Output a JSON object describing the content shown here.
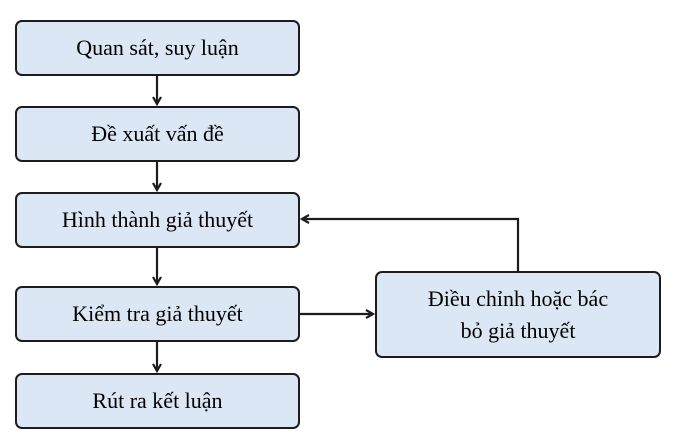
{
  "steps": [
    "Quan sát, suy luận",
    "Đề xuất vấn đề",
    "Hình thành giả thuyết",
    "Kiểm tra giả thuyết",
    "Rút ra kết luận"
  ],
  "adjust": {
    "line1": "Điều chỉnh hoặc bác",
    "line2": "bỏ giả thuyết"
  },
  "colors": {
    "box_fill": "#dbe7f4",
    "border": "#1c1c1c"
  }
}
